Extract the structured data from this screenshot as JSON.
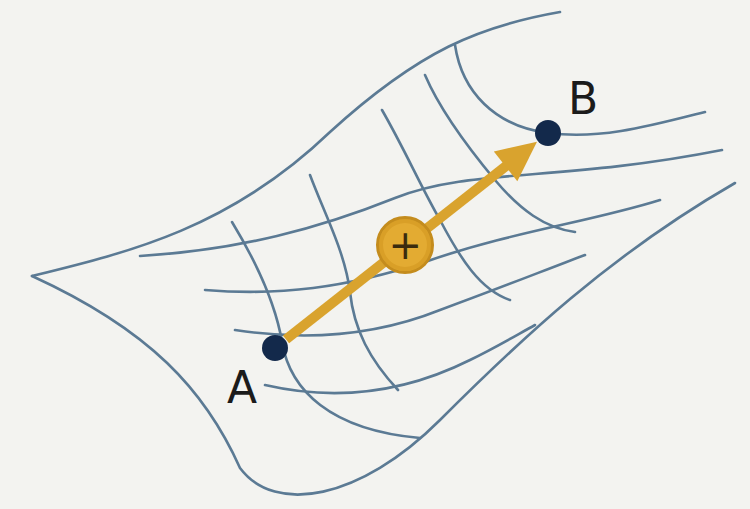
{
  "diagram": {
    "nodes": [
      {
        "text": [
          "A"
        ]
      },
      {
        "text": [
          "B"
        ]
      }
    ],
    "edges": [
      {
        "from": 0,
        "to": 1,
        "arrow": "to",
        "label": "+"
      }
    ]
  }
}
